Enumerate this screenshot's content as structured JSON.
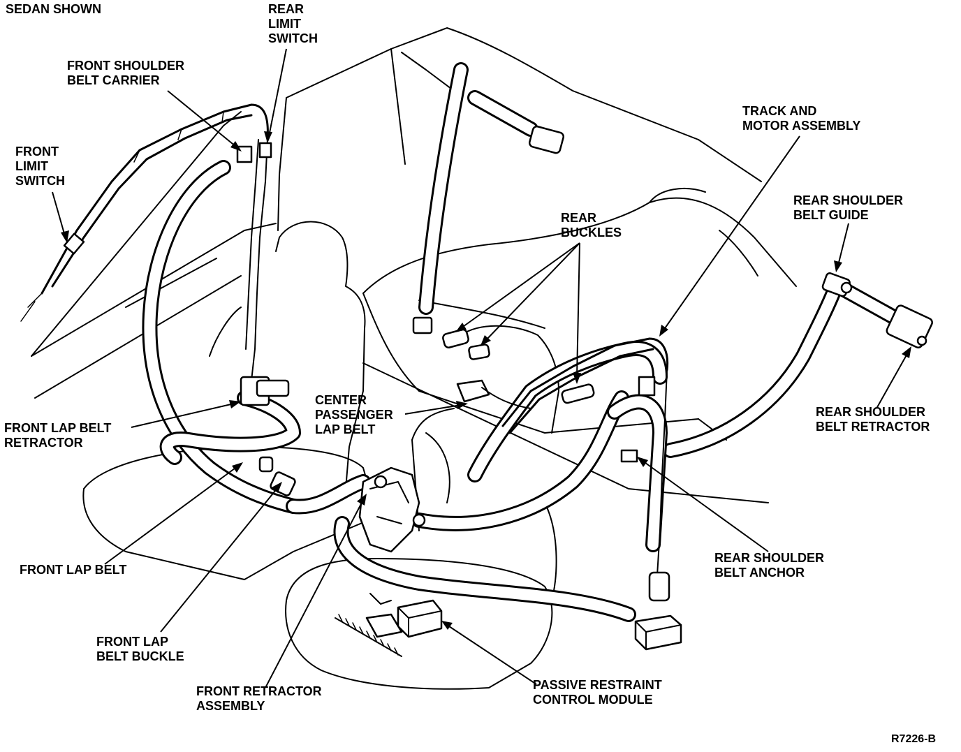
{
  "labels": {
    "sedan_shown": "SEDAN SHOWN",
    "rear_limit_switch": [
      "REAR",
      "LIMIT",
      "SWITCH"
    ],
    "front_shoulder_belt_carrier": [
      "FRONT SHOULDER",
      "BELT CARRIER"
    ],
    "front_limit_switch": [
      "FRONT",
      "LIMIT",
      "SWITCH"
    ],
    "track_and_motor_assembly": [
      "TRACK AND",
      "MOTOR ASSEMBLY"
    ],
    "rear_shoulder_belt_guide": [
      "REAR SHOULDER",
      "BELT GUIDE"
    ],
    "rear_buckles": [
      "REAR",
      "BUCKLES"
    ],
    "center_passenger_lap_belt": [
      "CENTER",
      "PASSENGER",
      "LAP BELT"
    ],
    "front_lap_belt_retractor": [
      "FRONT LAP BELT",
      "RETRACTOR"
    ],
    "rear_shoulder_belt_retractor": [
      "REAR SHOULDER",
      "BELT RETRACTOR"
    ],
    "front_lap_belt": "FRONT LAP BELT",
    "rear_shoulder_belt_anchor": [
      "REAR SHOULDER",
      "BELT ANCHOR"
    ],
    "front_lap_belt_buckle": [
      "FRONT LAP",
      "BELT BUCKLE"
    ],
    "front_retractor_assembly": [
      "FRONT RETRACTOR",
      "ASSEMBLY"
    ],
    "passive_restraint_control_module": [
      "PASSIVE RESTRAINT",
      "CONTROL MODULE"
    ],
    "figure_id": "R7226-B"
  }
}
